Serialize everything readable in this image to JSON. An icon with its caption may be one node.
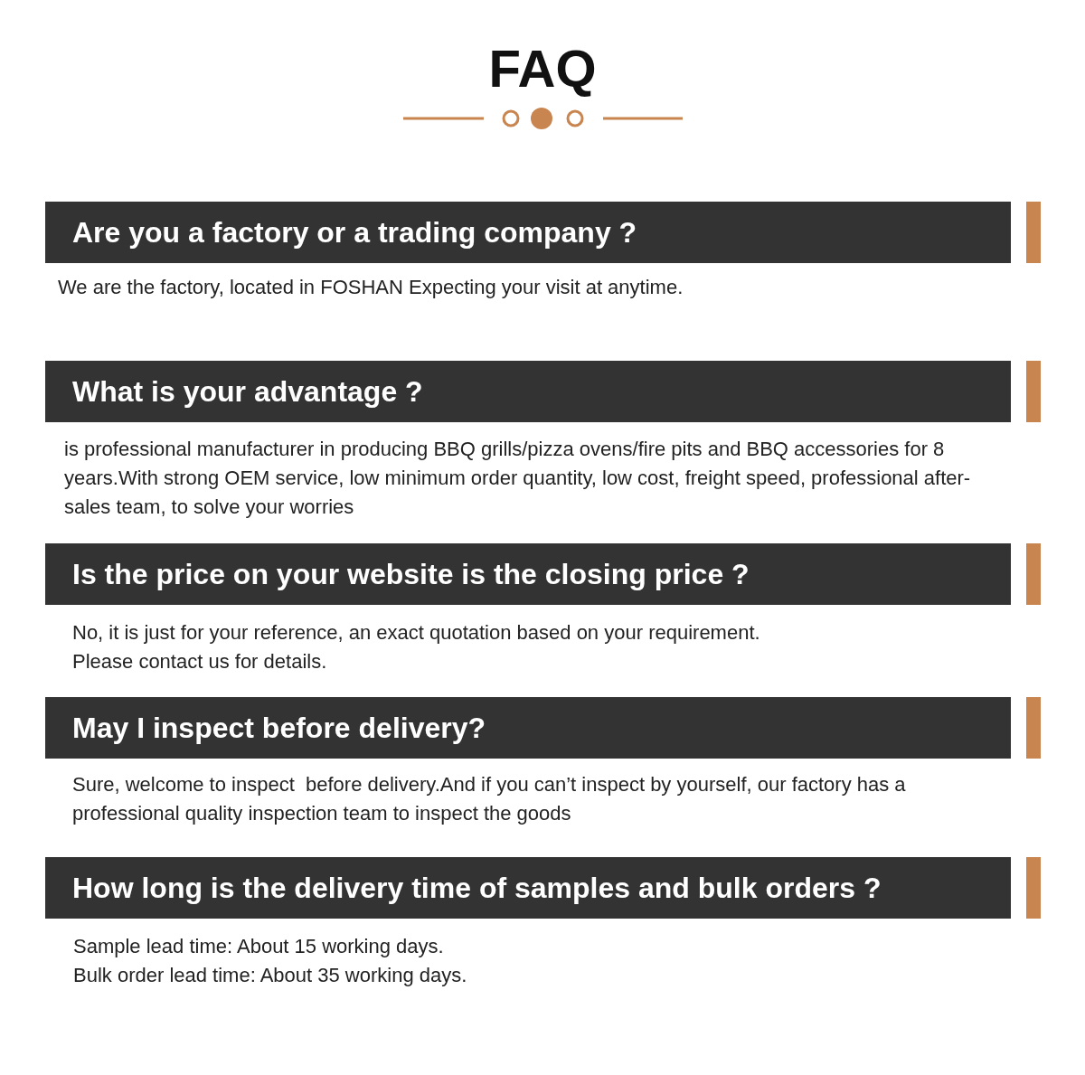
{
  "diagram": {
    "title": "FAQ",
    "nodes": [
      {
        "text": [
          "Are you a factory or a trading company ?"
        ]
      },
      {
        "text": [
          "What is your advantage ?"
        ]
      },
      {
        "text": [
          "Is the price on your website is the closing price ?"
        ]
      },
      {
        "text": [
          "May I inspect before delivery?"
        ]
      },
      {
        "text": [
          "How long is the delivery time of samples and bulk orders ?"
        ]
      }
    ],
    "edges": [],
    "labels": [
      "We are the factory, located in FOSHAN Expecting your visit at anytime.",
      "is professional manufacturer in producing BBQ grills/pizza ovens/fire pits and BBQ accessories for 8 years.With strong OEM service, low minimum order quantity, low cost, freight speed, professional after-sales team, to solve your worries",
      "No, it is just for your reference, an exact quotation based on your requirement.",
      "Please contact us for details.",
      "Sure, welcome to inspect  before delivery.And if you can’t inspect by yourself, our factory has a professional quality inspection team to inspect the goods",
      "Sample lead time: About 15 working days.",
      "Bulk order lead time: About 35 working days."
    ]
  }
}
